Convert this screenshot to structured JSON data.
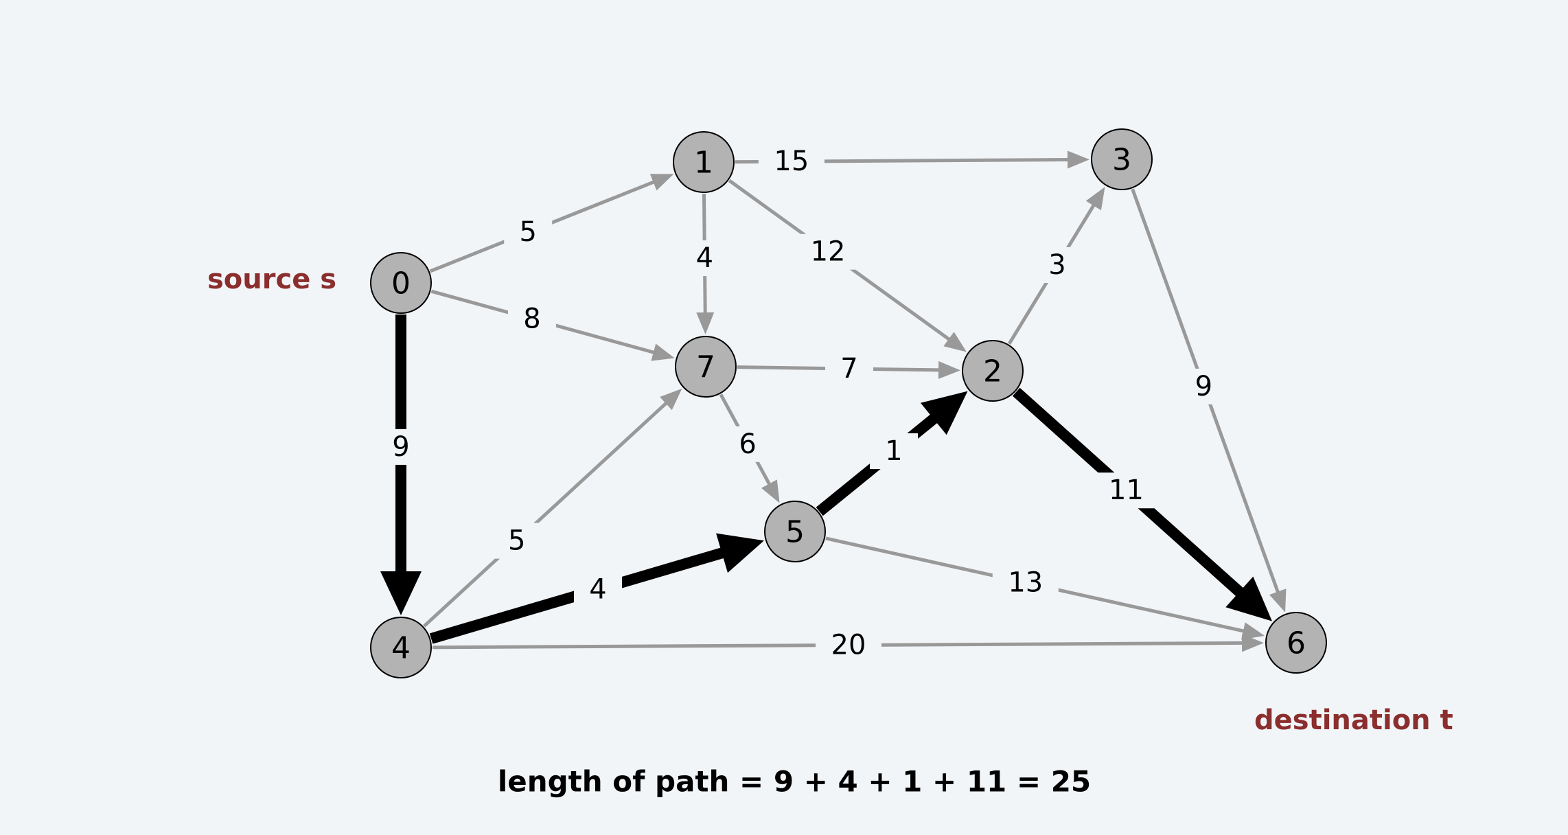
{
  "colors": {
    "background": "#f2f5f8",
    "edge": "#999999",
    "path_edge": "#000000",
    "node_fill": "#b3b3b3",
    "role_label": "#8b2e2e"
  },
  "nodes": [
    {
      "id": "0",
      "label": "0"
    },
    {
      "id": "1",
      "label": "1"
    },
    {
      "id": "2",
      "label": "2"
    },
    {
      "id": "3",
      "label": "3"
    },
    {
      "id": "4",
      "label": "4"
    },
    {
      "id": "5",
      "label": "5"
    },
    {
      "id": "6",
      "label": "6"
    },
    {
      "id": "7",
      "label": "7"
    }
  ],
  "edges": [
    {
      "from": "0",
      "to": "1",
      "weight": "5",
      "on_path": false
    },
    {
      "from": "0",
      "to": "7",
      "weight": "8",
      "on_path": false
    },
    {
      "from": "0",
      "to": "4",
      "weight": "9",
      "on_path": true
    },
    {
      "from": "1",
      "to": "3",
      "weight": "15",
      "on_path": false
    },
    {
      "from": "1",
      "to": "7",
      "weight": "4",
      "on_path": false
    },
    {
      "from": "1",
      "to": "2",
      "weight": "12",
      "on_path": false
    },
    {
      "from": "7",
      "to": "2",
      "weight": "7",
      "on_path": false
    },
    {
      "from": "7",
      "to": "5",
      "weight": "6",
      "on_path": false
    },
    {
      "from": "4",
      "to": "7",
      "weight": "5",
      "on_path": false
    },
    {
      "from": "4",
      "to": "5",
      "weight": "4",
      "on_path": true
    },
    {
      "from": "4",
      "to": "6",
      "weight": "20",
      "on_path": false
    },
    {
      "from": "5",
      "to": "2",
      "weight": "1",
      "on_path": true
    },
    {
      "from": "5",
      "to": "6",
      "weight": "13",
      "on_path": false
    },
    {
      "from": "2",
      "to": "3",
      "weight": "3",
      "on_path": false
    },
    {
      "from": "2",
      "to": "6",
      "weight": "11",
      "on_path": true
    },
    {
      "from": "3",
      "to": "6",
      "weight": "9",
      "on_path": false
    }
  ],
  "source_label": "source s",
  "destination_label": "destination t",
  "caption": "length of path = 9 + 4 + 1 + 11 = 25"
}
